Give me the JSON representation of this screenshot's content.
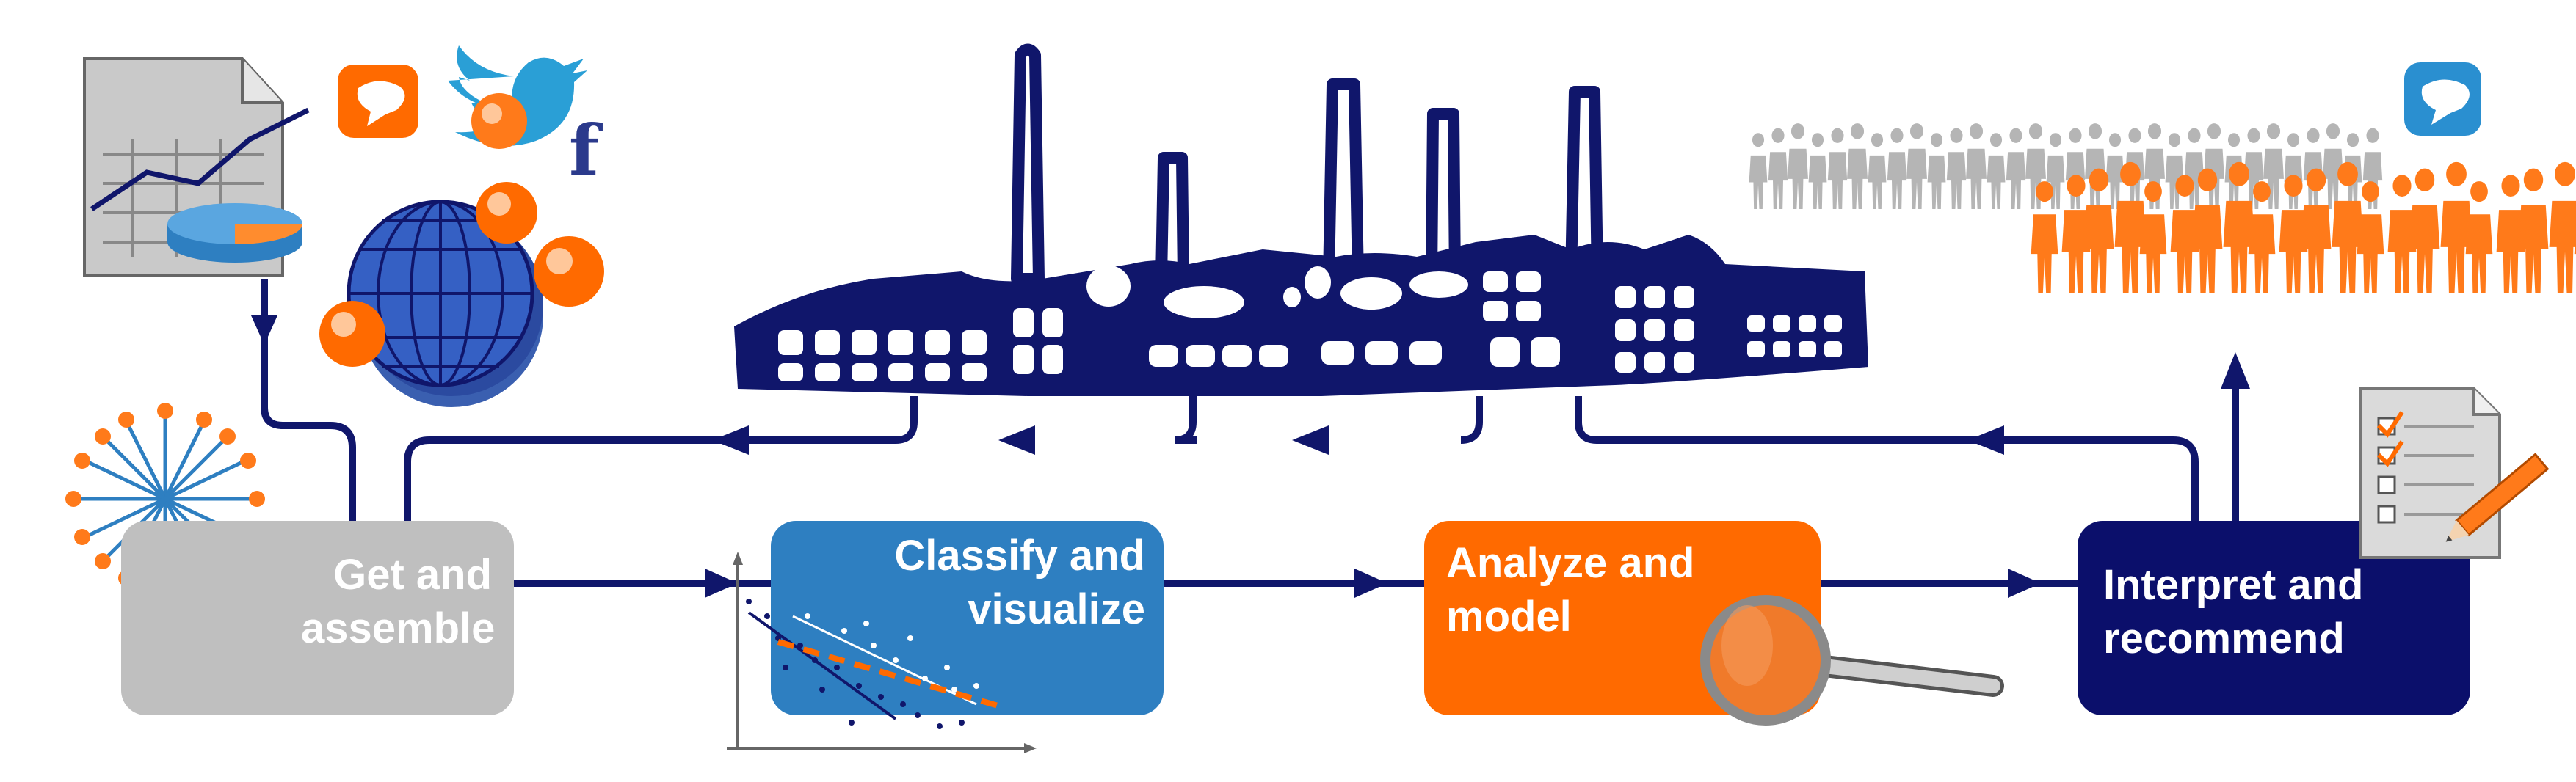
{
  "stages": [
    {
      "id": "get",
      "label": "Get and\nassemble",
      "color": "#bfbfbf"
    },
    {
      "id": "classify",
      "label": "Classify and\nvisualize",
      "color": "#2e7fc1"
    },
    {
      "id": "analyze",
      "label": "Analyze and\nmodel",
      "color": "#ff6a00"
    },
    {
      "id": "interpret",
      "label": "Interpret and\nrecommend",
      "color": "#0b0f6b"
    }
  ],
  "colors": {
    "navy": "#10166b",
    "orange": "#ff6a00",
    "gray": "#bfbfbf",
    "blue": "#2e7fc1",
    "twitter": "#2a9fd6"
  },
  "icons": {
    "chat_orange": "chat-bubble-icon",
    "twitter": "twitter-bird-icon",
    "facebook": "facebook-f-icon",
    "facebook_glyph": "f",
    "globe": "globe-icon",
    "document_chart": "document-chart-icon",
    "snowflake": "network-snowflake-icon",
    "factory": "factory-icon",
    "scatter": "scatter-plot-icon",
    "magnifier": "magnifying-glass-icon",
    "crowd_gray": "crowd-gray-icon",
    "crowd_orange": "crowd-orange-icon",
    "chat_blue": "chat-bubble-icon",
    "checklist": "checklist-icon"
  }
}
